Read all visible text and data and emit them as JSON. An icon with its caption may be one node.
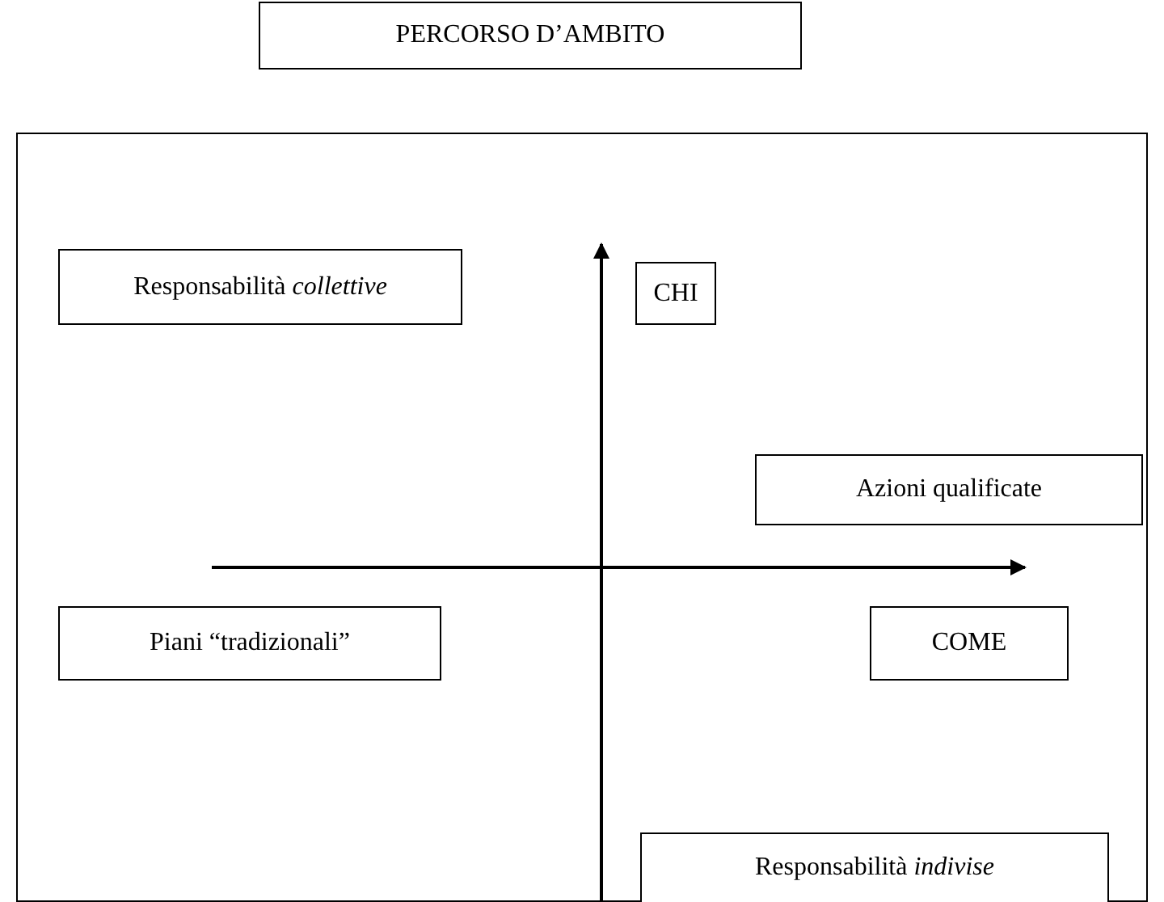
{
  "diagram": {
    "nodes": [
      {
        "text": [
          "PERCORSO D’AMBITO"
        ]
      },
      {
        "text": [],
        "shape": "box"
      },
      {
        "text": [
          "Responsabilità *collettive*"
        ],
        "in": 1
      },
      {
        "text": [
          "CHI"
        ],
        "in": 1
      },
      {
        "text": [
          "Azioni qualificate"
        ],
        "in": 1
      },
      {
        "text": [
          "Piani “tradizionali”"
        ],
        "in": 1
      },
      {
        "text": [
          "COME"
        ],
        "in": 1
      },
      {
        "text": [
          "Responsabilità *indivise*"
        ],
        "in": 1
      }
    ],
    "edges": []
  }
}
